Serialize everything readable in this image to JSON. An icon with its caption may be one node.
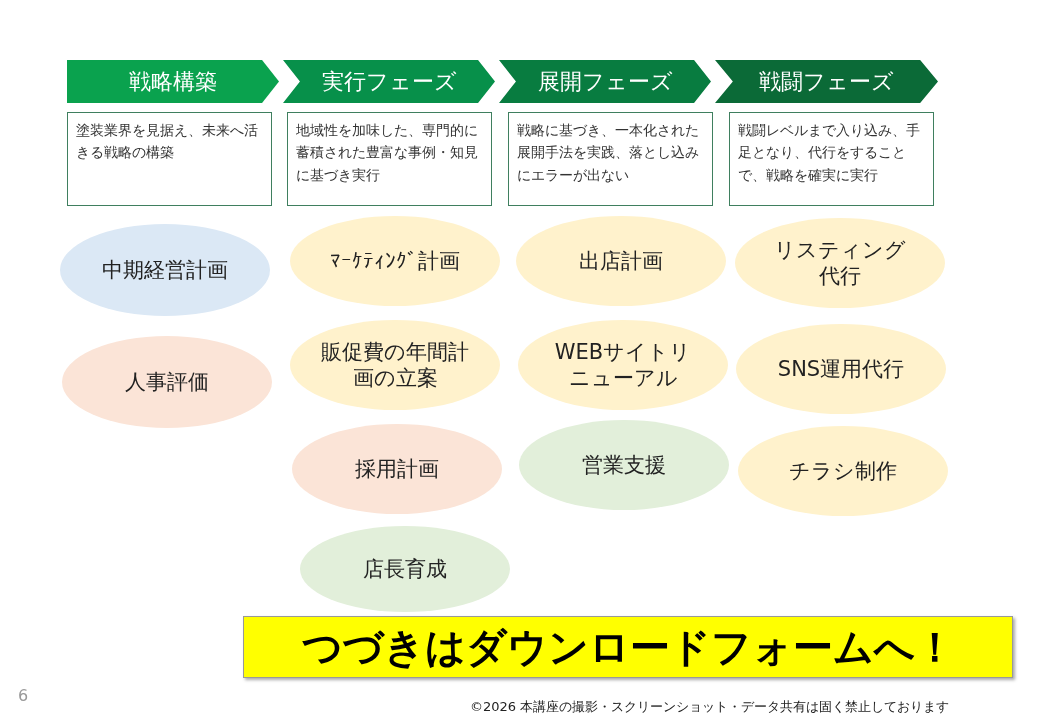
{
  "diagram": {
    "nodes": [
      {
        "text": [
          "戦略構築"
        ]
      },
      {
        "text": [
          "実行フェーズ"
        ]
      },
      {
        "text": [
          "展開フェーズ"
        ]
      },
      {
        "text": [
          "戦闘フェーズ"
        ]
      },
      {
        "text": [
          "塗装業界を見据え、未来へ活きる戦略の構築"
        ]
      },
      {
        "text": [
          "地域性を加味した、専門的に蓄積された豊富な事例・知見に基づき実行"
        ]
      },
      {
        "text": [
          "戦略に基づき、一本化された展開手法を実践、落とし込みにエラーが出ない"
        ]
      },
      {
        "text": [
          "戦闘レベルまで入り込み、手足となり、代行をすることで、戦略を確実に実行"
        ]
      },
      {
        "text": [
          "中期経営計画"
        ]
      },
      {
        "text": [
          "ﾏｰｹﾃｨﾝｸﾞ計画"
        ]
      },
      {
        "text": [
          "出店計画"
        ]
      },
      {
        "text": [
          "リスティング代行"
        ]
      },
      {
        "text": [
          "人事評価"
        ]
      },
      {
        "text": [
          "販促費の年間計画の立案"
        ]
      },
      {
        "text": [
          "WEBサイトリニューアル"
        ]
      },
      {
        "text": [
          "SNS運用代行"
        ]
      },
      {
        "text": [
          "採用計画"
        ]
      },
      {
        "text": [
          "営業支援"
        ]
      },
      {
        "text": [
          "チラシ制作"
        ]
      },
      {
        "text": [
          "店長育成"
        ]
      },
      {
        "text": [
          "つづきはダウンロードフォームへ！"
        ]
      }
    ],
    "labels": [
      "6",
      "©2026 本講座の撮影・スクリーンショット・データ共有は固く禁止しております"
    ]
  }
}
